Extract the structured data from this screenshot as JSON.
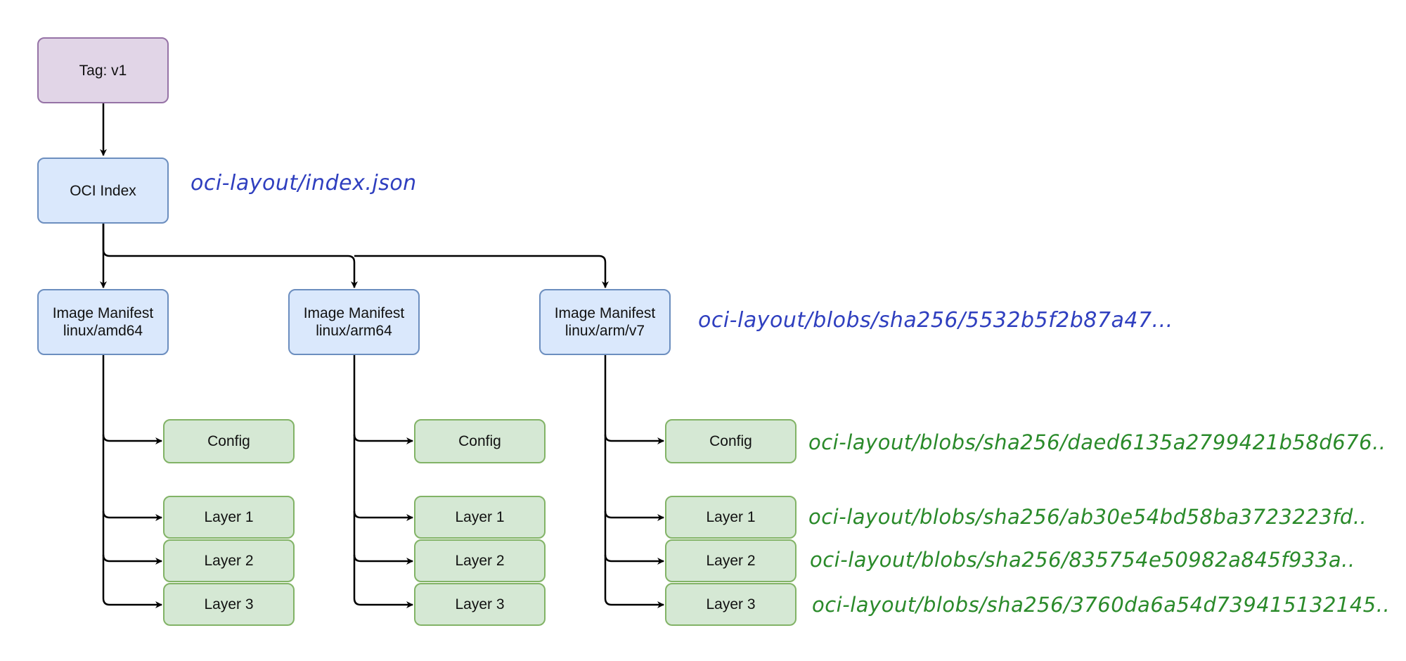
{
  "colors": {
    "tag_fill": "#e1d5e7",
    "tag_stroke": "#9673a6",
    "index_fill": "#dae8fc",
    "index_stroke": "#6c8ebf",
    "blob_fill": "#d5e8d4",
    "blob_stroke": "#82b366",
    "edge": "#000000",
    "note_blue": "#2f3fbf",
    "note_green": "#2a8a2a"
  },
  "nodes": {
    "tag": {
      "label": "Tag: v1"
    },
    "index": {
      "label": "OCI Index"
    },
    "manifests": [
      {
        "title": "Image Manifest",
        "platform": "linux/amd64"
      },
      {
        "title": "Image Manifest",
        "platform": "linux/arm64"
      },
      {
        "title": "Image Manifest",
        "platform": "linux/arm/v7"
      }
    ],
    "blobs": {
      "config": "Config",
      "layer1": "Layer 1",
      "layer2": "Layer 2",
      "layer3": "Layer 3"
    }
  },
  "notes": {
    "index_path": "oci-layout/index.json",
    "manifest_path": "oci-layout/blobs/sha256/5532b5f2b87a47...",
    "config_path": "oci-layout/blobs/sha256/daed6135a2799421b58d676..",
    "layer1_path": "oci-layout/blobs/sha256/ab30e54bd58ba3723223fd..",
    "layer2_path": "oci-layout/blobs/sha256/835754e50982a845f933a..",
    "layer3_path": "oci-layout/blobs/sha256/3760da6a54d739415132145.."
  }
}
